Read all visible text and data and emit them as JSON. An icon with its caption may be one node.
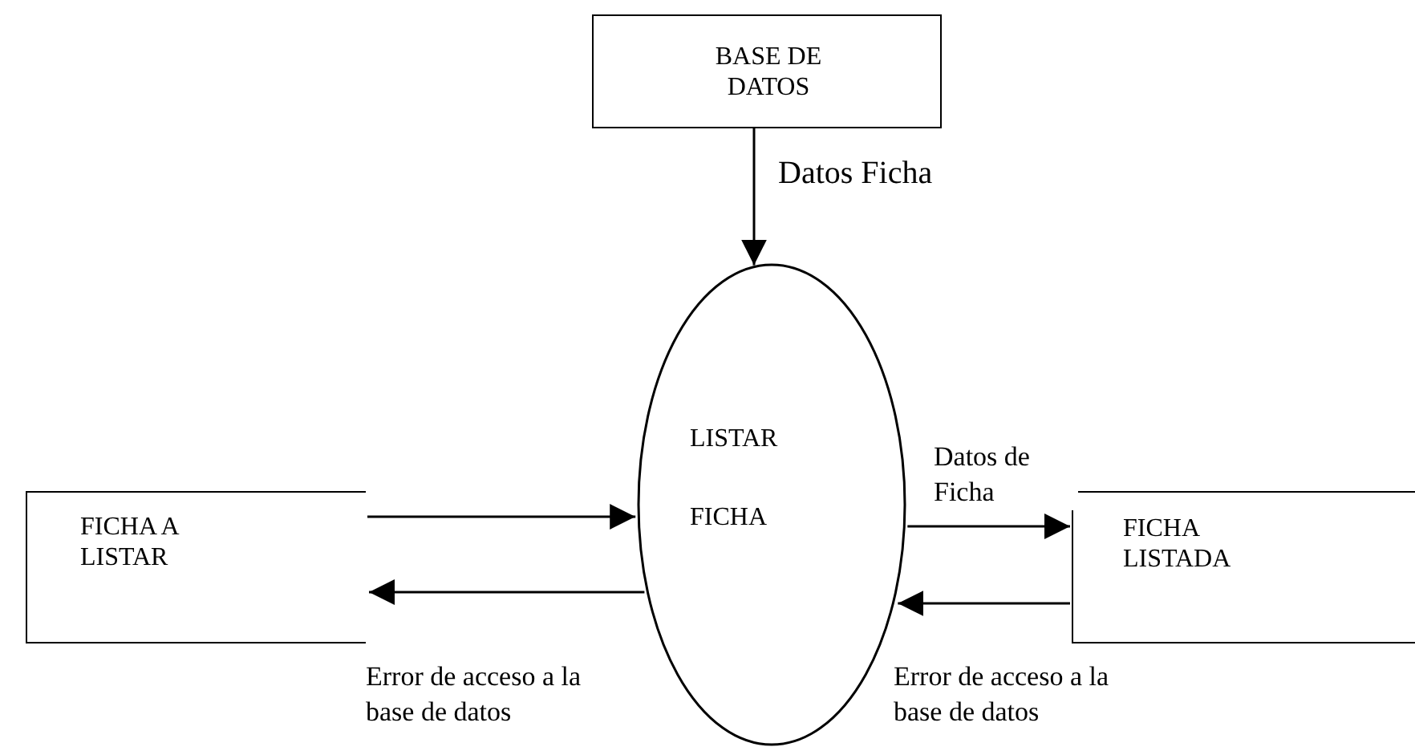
{
  "diagram": {
    "nodes": [
      {
        "text": [
          "BASE DE DATOS"
        ]
      },
      {
        "text": [
          "FICHA A LISTAR"
        ]
      },
      {
        "text": [
          "LISTAR",
          "FICHA"
        ]
      },
      {
        "text": [
          "FICHA LISTADA"
        ]
      }
    ],
    "edges": [
      {
        "from": 0,
        "to": 2,
        "arrow": "to",
        "label": "Datos Ficha"
      },
      {
        "from": 1,
        "to": 2,
        "arrow": "to"
      },
      {
        "from": 2,
        "to": 1,
        "arrow": "to",
        "label": "Error de acceso a la base de datos"
      },
      {
        "from": 2,
        "to": 3,
        "arrow": "to",
        "label": "Datos de Ficha"
      },
      {
        "from": 3,
        "to": 2,
        "arrow": "to",
        "label": "Error de acceso a la base de datos"
      }
    ]
  }
}
